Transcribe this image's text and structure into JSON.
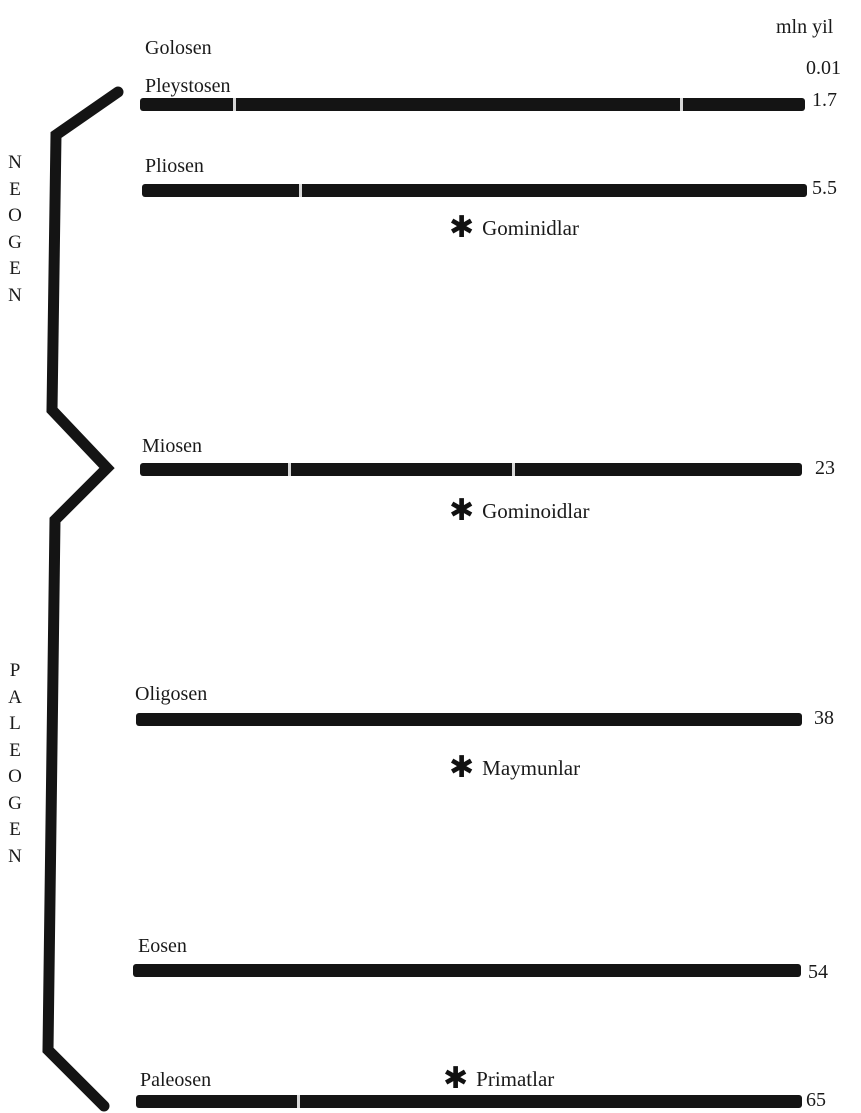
{
  "unit_label": "mln yil",
  "epochs": [
    {
      "name": "Golosen",
      "age": "0.01"
    },
    {
      "name": "Pleystosen",
      "age": "1.7"
    },
    {
      "name": "Pliosen",
      "age": "5.5"
    },
    {
      "name": "Miosen",
      "age": "23"
    },
    {
      "name": "Oligosen",
      "age": "38"
    },
    {
      "name": "Eosen",
      "age": "54"
    },
    {
      "name": "Paleosen",
      "age": "65"
    }
  ],
  "events": [
    {
      "label": "Gominidlar",
      "icon": "asterisk-icon"
    },
    {
      "label": "Gominoidlar",
      "icon": "asterisk-icon"
    },
    {
      "label": "Maymunlar",
      "icon": "asterisk-icon"
    },
    {
      "label": "Primatlar",
      "icon": "asterisk-icon"
    }
  ],
  "periods": [
    {
      "name": "NEOGEN",
      "letters": [
        "N",
        "E",
        "O",
        "G",
        "E",
        "N"
      ]
    },
    {
      "name": "PALEOGEN",
      "letters": [
        "P",
        "A",
        "L",
        "E",
        "O",
        "G",
        "E",
        "N"
      ]
    }
  ],
  "colors": {
    "bar": "#141414",
    "text": "#1a1a1a",
    "background": "#ffffff"
  }
}
